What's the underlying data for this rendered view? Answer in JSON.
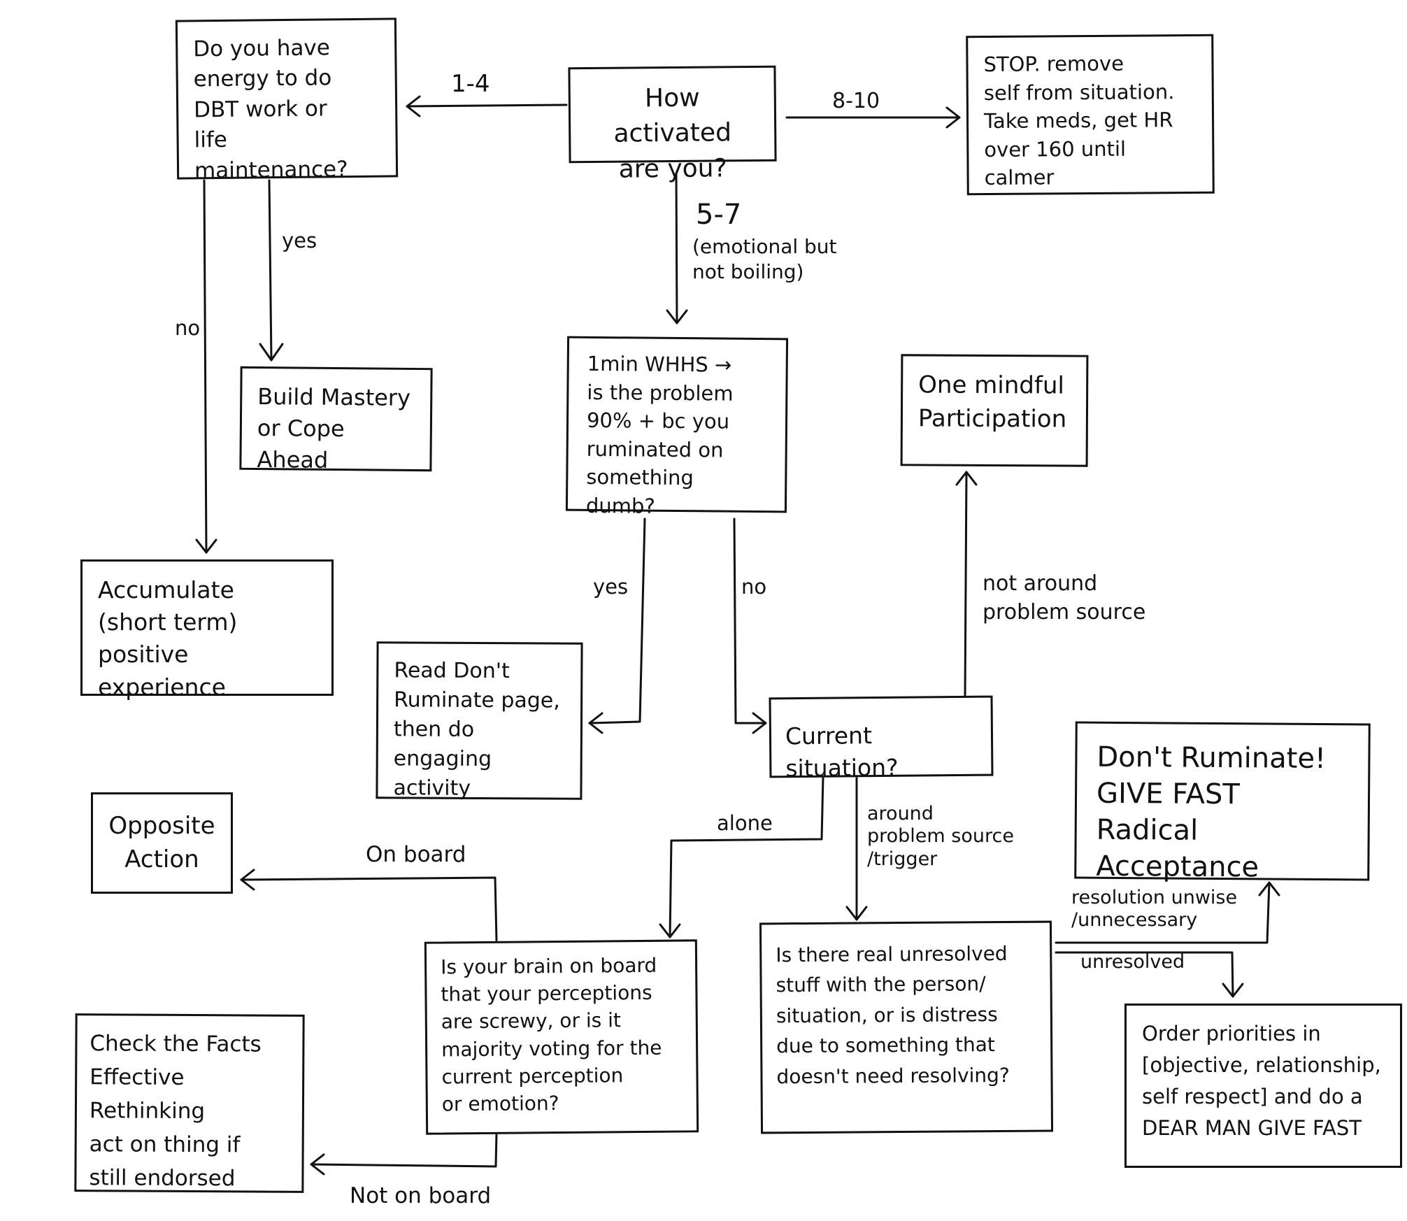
{
  "boxes": {
    "energy": "Do you have\nenergy to do\nDBT work or\nlife maintenance?",
    "activated": "How activated\nare you?",
    "stop": "STOP. remove\nself from situation.\nTake meds, get HR\nover 160 until calmer",
    "mastery": "Build Mastery\nor Cope Ahead",
    "accumulate": "Accumulate\n(short term)\npositive experience",
    "whhs": "1min WHHS →\nis the problem\n90% + bc you\nruminated on\nsomething dumb?",
    "mindful": "One mindful\nParticipation",
    "read": "Read Don't\nRuminate page,\nthen do engaging\nactivity",
    "current": "Current situation?",
    "dont_ruminate": "Don't Ruminate!\nGIVE FAST\nRadical Acceptance",
    "opposite": "Opposite\nAction",
    "brain": "Is your brain on board\nthat your perceptions\nare screwy, or is it\nmajority voting for the\ncurrent perception\nor emotion?",
    "unresolved_q": "Is there real unresolved\nstuff with the person/\nsituation, or is distress\ndue to something that\ndoesn't need resolving?",
    "check": "Check the Facts\nEffective Rethinking\nact on thing if\nstill endorsed",
    "order": "Order priorities in\n[objective, relationship,\nself respect] and do a\nDEAR MAN GIVE FAST"
  },
  "labels": {
    "range_low": "1-4",
    "range_high": "8-10",
    "range_mid": "5-7",
    "range_mid_note": "(emotional but\nnot boiling)",
    "yes_energy": "yes",
    "no_energy": "no",
    "yes_whhs": "yes",
    "no_whhs": "no",
    "not_around": "not around\nproblem source",
    "alone": "alone",
    "around": "around\nproblem source\n/trigger",
    "on_board": "On board",
    "not_on_board": "Not on board",
    "resolution_unwise": "resolution unwise\n/unnecessary",
    "unresolved": "unresolved"
  }
}
